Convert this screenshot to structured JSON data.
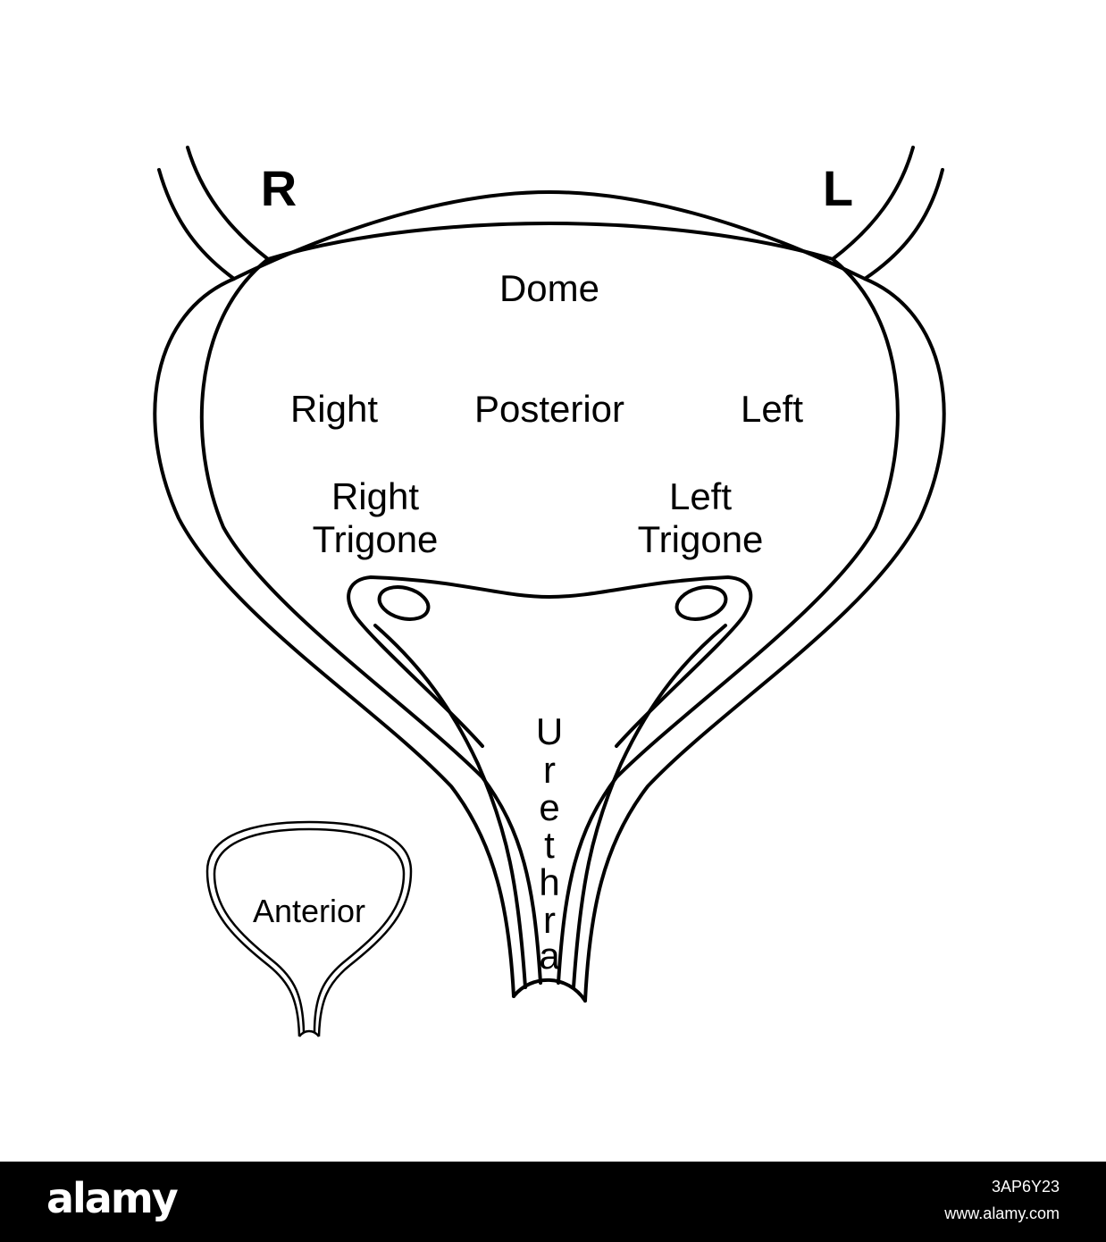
{
  "diagram": {
    "markers": {
      "right": "R",
      "left": "L"
    },
    "labels": {
      "dome": "Dome",
      "right": "Right",
      "posterior": "Posterior",
      "left": "Left",
      "right_trigone": [
        "Right",
        "Trigone"
      ],
      "left_trigone": [
        "Left",
        "Trigone"
      ],
      "urethra_letters": [
        "U",
        "r",
        "e",
        "t",
        "h",
        "r",
        "a"
      ],
      "anterior": "Anterior"
    }
  },
  "footer": {
    "brand": "alamy",
    "image_id": "3AP6Y23",
    "site": "www.alamy.com"
  },
  "colors": {
    "line": "#000000",
    "background": "#ffffff",
    "footer": "#000000"
  }
}
